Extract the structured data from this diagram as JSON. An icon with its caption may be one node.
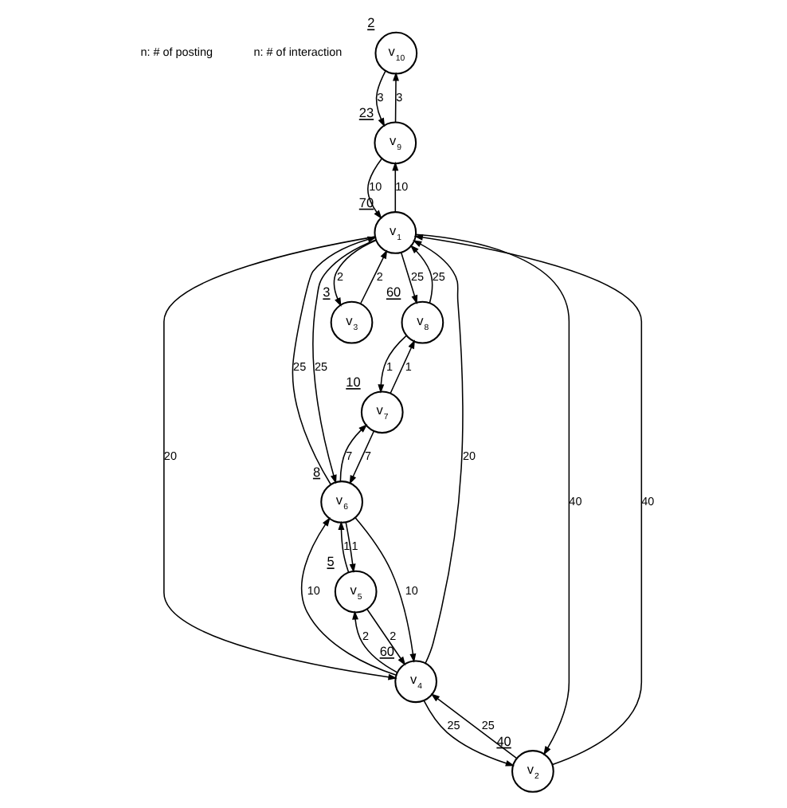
{
  "diagram": {
    "nodes": [
      {
        "text": [
          "v$_{10}$"
        ],
        "beside": [
          "2"
        ]
      },
      {
        "text": [
          "v$_{7}$"
        ],
        "beside": [
          "10"
        ]
      },
      {
        "text": [
          "v$_{8}$"
        ],
        "beside": [
          "60"
        ]
      },
      {
        "text": [
          "v$_{9}$"
        ],
        "beside": [
          "23"
        ]
      },
      {
        "text": [
          "v$_{1}$"
        ],
        "beside": [
          "70"
        ]
      },
      {
        "text": [
          "v$_{6}$"
        ],
        "beside": [
          "8"
        ]
      },
      {
        "text": [
          "v$_{4}$"
        ],
        "beside": [
          "60"
        ]
      },
      {
        "text": [
          "v$_{3}$"
        ],
        "beside": [
          "3"
        ]
      },
      {
        "text": [
          "v$_{2}$"
        ],
        "beside": [
          "40"
        ]
      },
      {
        "text": [
          "v$_{5}$"
        ],
        "beside": [
          "5"
        ]
      }
    ],
    "edges": [
      {
        "from": 0,
        "to": 3,
        "arrow": "to",
        "label": "3"
      },
      {
        "from": 3,
        "to": 0,
        "arrow": "to",
        "label": "3"
      },
      {
        "from": 3,
        "to": 4,
        "arrow": "to",
        "label": "10"
      },
      {
        "from": 4,
        "to": 3,
        "arrow": "to",
        "label": "10"
      },
      {
        "from": 2,
        "to": 4,
        "arrow": "to",
        "label": "25"
      },
      {
        "from": 4,
        "to": 2,
        "arrow": "to",
        "label": "25"
      },
      {
        "from": 1,
        "to": 2,
        "arrow": "to",
        "label": "1"
      },
      {
        "from": 2,
        "to": 1,
        "arrow": "to",
        "label": "1"
      },
      {
        "from": 1,
        "to": 5,
        "arrow": "to",
        "label": "7"
      },
      {
        "from": 5,
        "to": 1,
        "arrow": "to",
        "label": "7"
      },
      {
        "from": 4,
        "to": 5,
        "arrow": "to",
        "label": "25"
      },
      {
        "from": 5,
        "to": 4,
        "arrow": "to",
        "label": "25"
      },
      {
        "from": 4,
        "to": 6,
        "arrow": "to",
        "label": "20"
      },
      {
        "from": 6,
        "to": 4,
        "arrow": "to",
        "label": "20"
      },
      {
        "from": 5,
        "to": 6,
        "arrow": "to",
        "label": "10"
      },
      {
        "from": 6,
        "to": 5,
        "arrow": "to",
        "label": "10"
      },
      {
        "from": 6,
        "to": 9,
        "arrow": "to",
        "label": "2"
      },
      {
        "from": 9,
        "to": 6,
        "arrow": "to",
        "label": "2"
      },
      {
        "from": 9,
        "to": 5,
        "arrow": "to",
        "label": "1"
      },
      {
        "from": 5,
        "to": 9,
        "arrow": "to",
        "label": "1"
      },
      {
        "from": 4,
        "to": 7,
        "arrow": "to",
        "label": "2"
      },
      {
        "from": 7,
        "to": 4,
        "arrow": "to",
        "label": "2"
      },
      {
        "from": 4,
        "to": 8,
        "arrow": "to",
        "label": "40"
      },
      {
        "from": 8,
        "to": 4,
        "arrow": "to",
        "label": "40"
      },
      {
        "from": 8,
        "to": 6,
        "arrow": "to",
        "label": "25"
      },
      {
        "from": 6,
        "to": 8,
        "arrow": "to",
        "label": "25"
      }
    ],
    "labels": [
      "n: # of posting",
      "n: # of interaction"
    ]
  }
}
